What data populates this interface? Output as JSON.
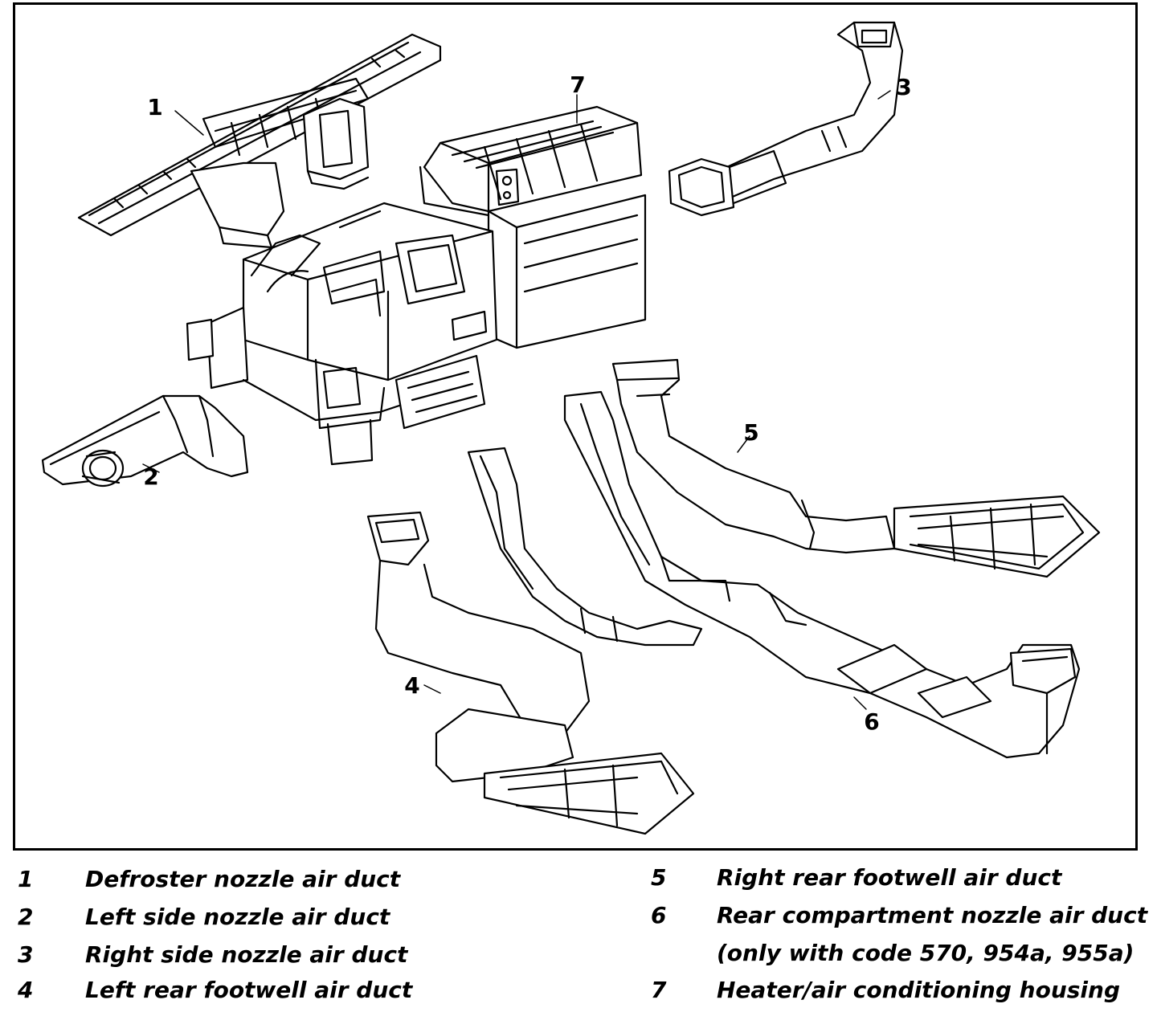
{
  "callouts": {
    "c1": "1",
    "c2": "2",
    "c3": "3",
    "c4": "4",
    "c5": "5",
    "c6": "6",
    "c7": "7"
  },
  "legend": {
    "left": [
      {
        "num": "1",
        "text": "Defroster nozzle air duct"
      },
      {
        "num": "2",
        "text": "Left side nozzle air duct"
      },
      {
        "num": "3",
        "text": "Right side nozzle air duct"
      },
      {
        "num": "4",
        "text": "Left rear footwell air duct"
      }
    ],
    "right": [
      {
        "num": "5",
        "text": "Right rear footwell air duct"
      },
      {
        "num": "6",
        "text": "Rear compartment nozzle air duct"
      },
      {
        "num": "",
        "text": "(only with code 570, 954a, 955a)"
      },
      {
        "num": "7",
        "text": "Heater/air conditioning housing"
      }
    ]
  }
}
